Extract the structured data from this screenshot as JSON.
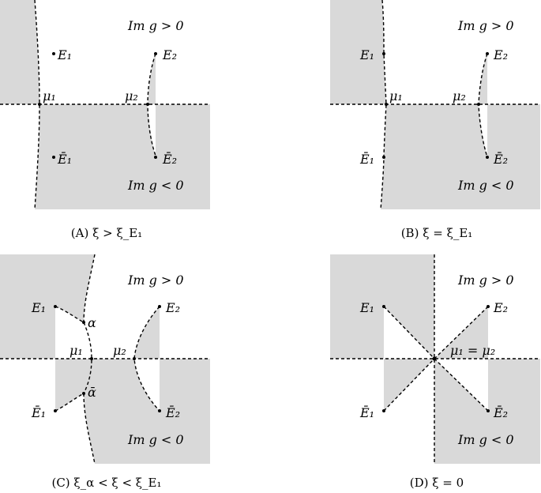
{
  "figure": {
    "label_im_pos": "Im g > 0",
    "label_im_neg": "Im g < 0",
    "points": {
      "E1": "E₁",
      "E2": "E₂",
      "E1bar": "Ē₁",
      "E2bar": "Ē₂",
      "mu1": "μ₁",
      "mu2": "μ₂",
      "alpha": "α",
      "alphabar": "ᾱ",
      "mu_equal": "μ₁ = μ₂"
    },
    "captions": {
      "a": "(A) ξ > ξ_E₁",
      "b": "(B) ξ = ξ_E₁",
      "c": "(C) ξ_α < ξ < ξ_E₁",
      "d": "(D) ξ = 0"
    }
  }
}
